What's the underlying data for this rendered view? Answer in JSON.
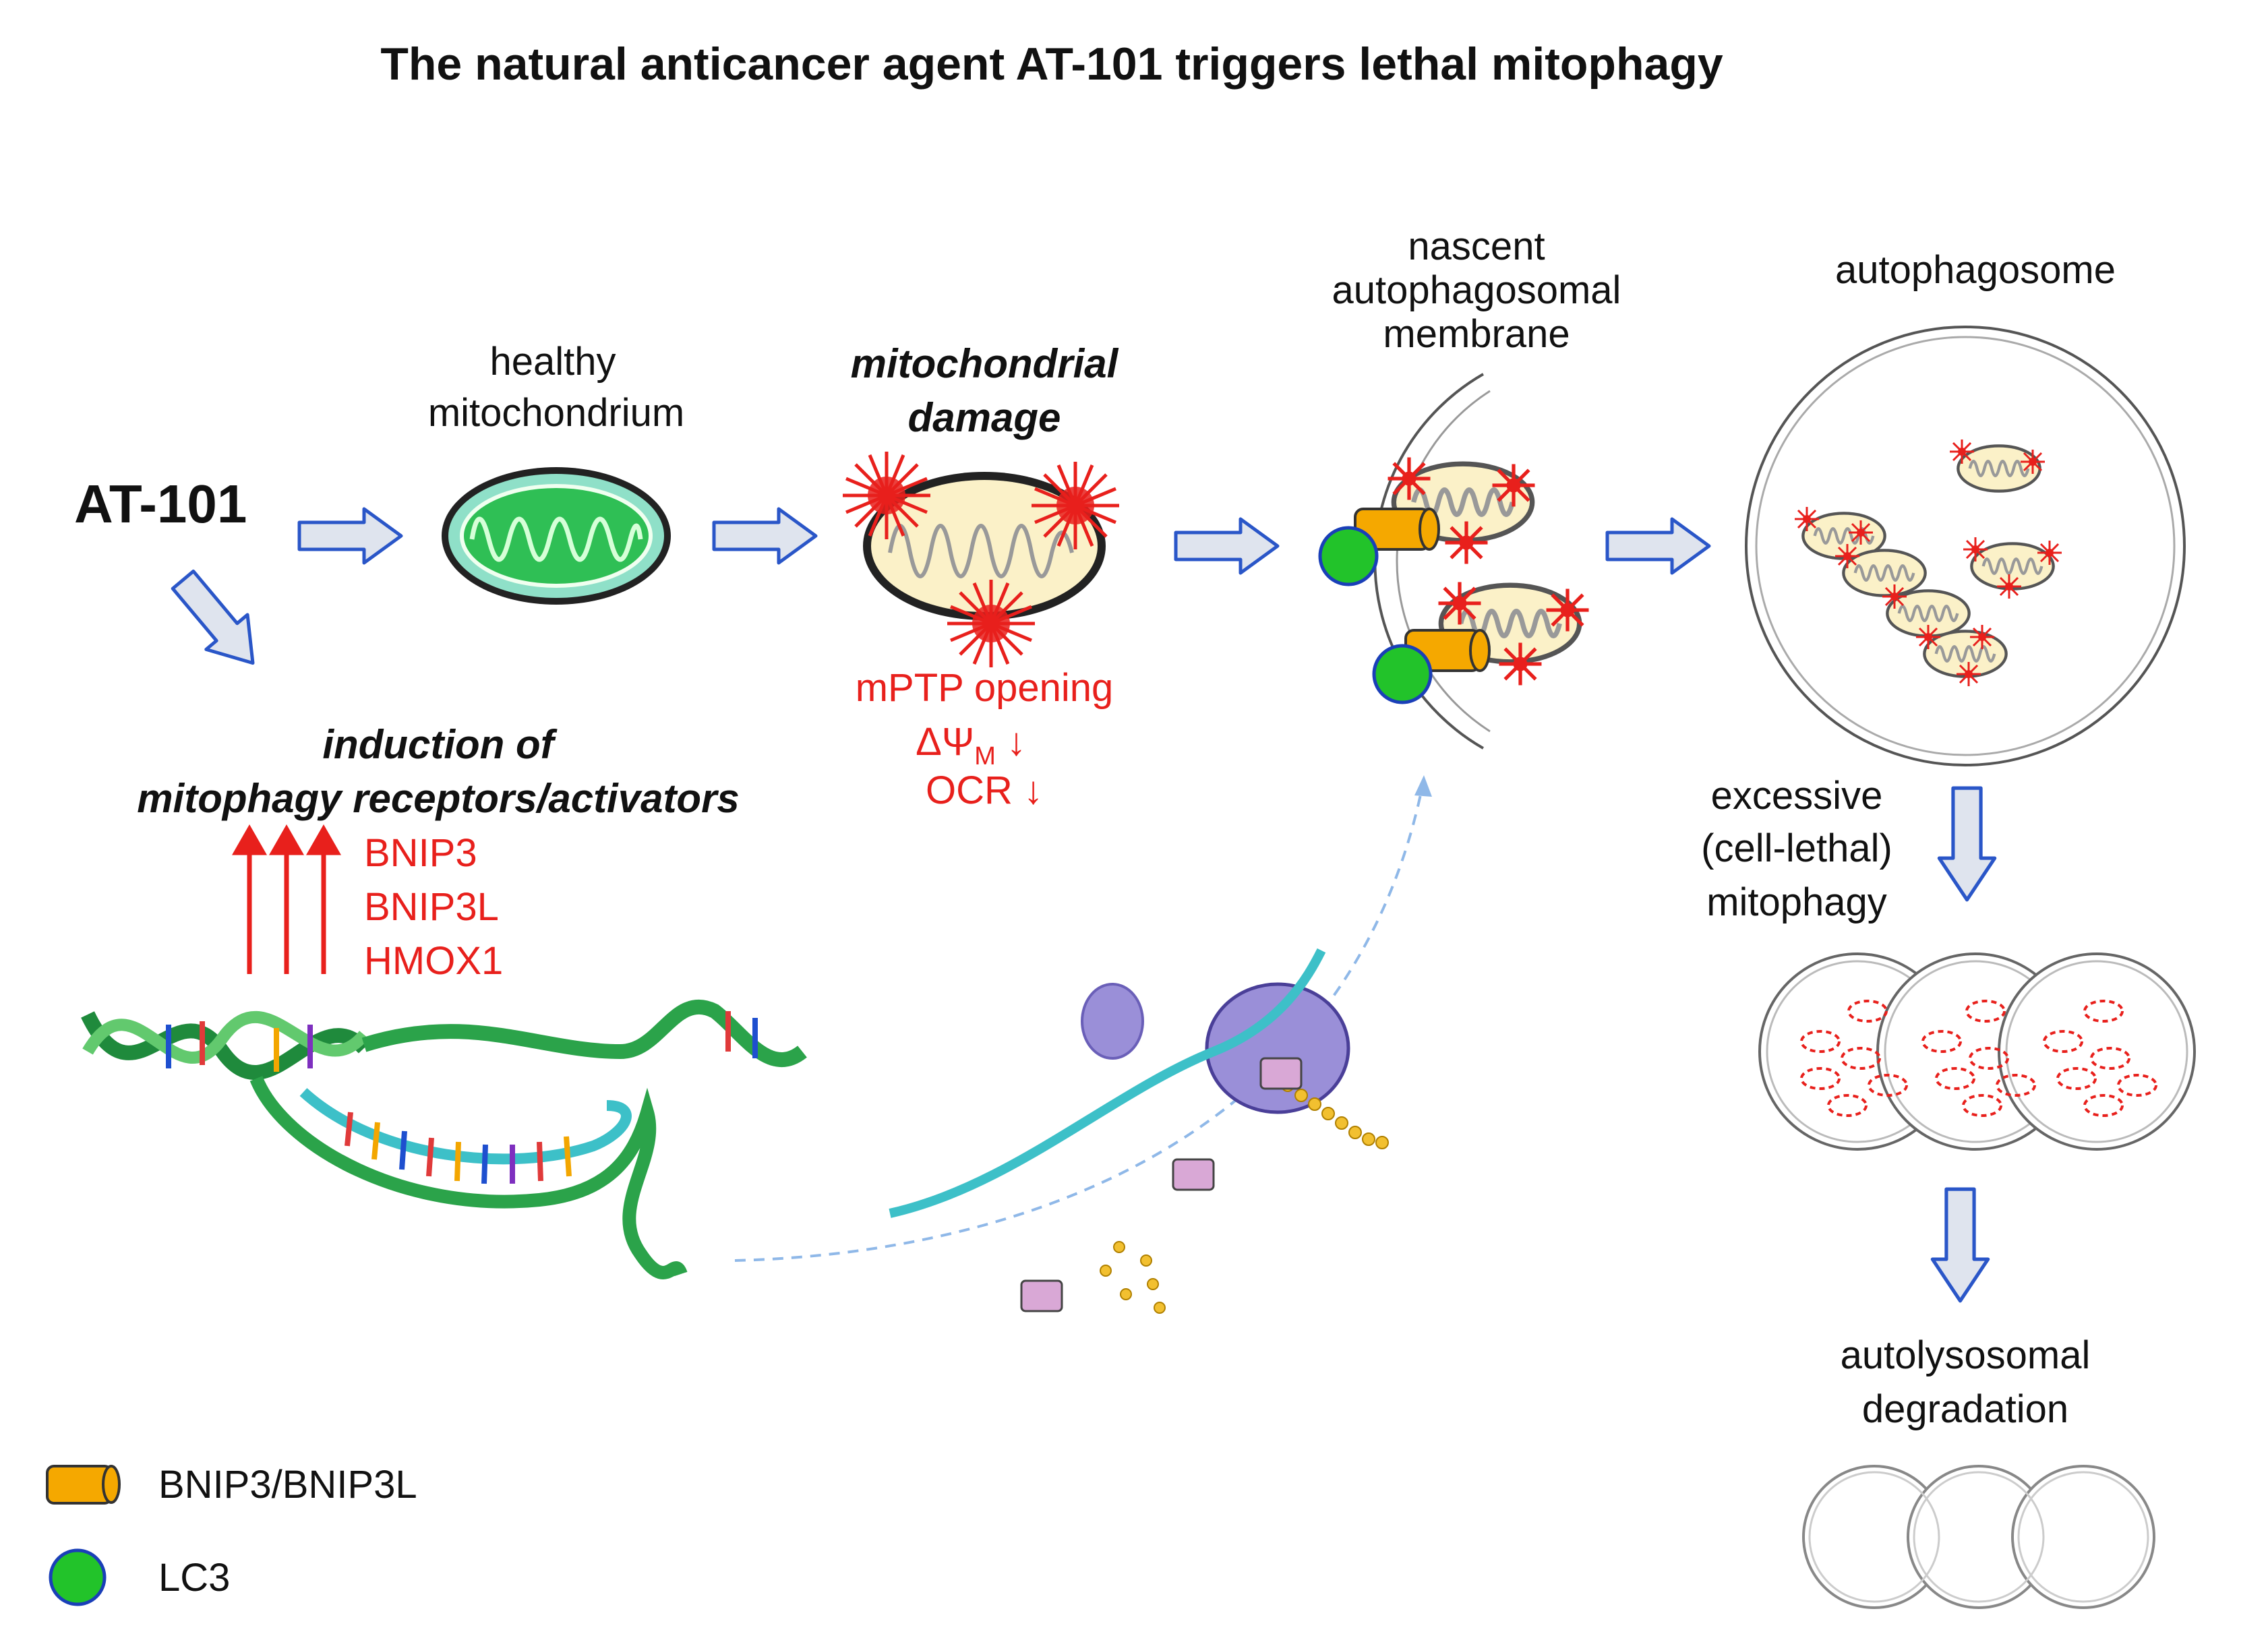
{
  "title": "The natural anticancer agent AT-101 triggers lethal mitophagy",
  "drug": "AT-101",
  "labels": {
    "healthy_line1": "healthy",
    "healthy_line2": "mitochondrium",
    "damage_line1": "mitochondrial",
    "damage_line2": "damage",
    "nascent_line1": "nascent",
    "nascent_line2": "autophagosomal",
    "nascent_line3": "membrane",
    "autophagosome": "autophagosome",
    "excessive_line1": "excessive",
    "excessive_line2": "(cell-lethal)",
    "excessive_line3": "mitophagy",
    "autolysosomal_line1": "autolysosomal",
    "autolysosomal_line2": "degradation",
    "induction_line1": "induction of",
    "induction_line2": "mitophagy receptors/activators"
  },
  "damage_effects": {
    "mptp": "mPTP opening",
    "delta_psi": "ΔΨ",
    "delta_psi_sub": "M",
    "down_arrow": "↓",
    "ocr": "OCR ↓"
  },
  "genes": [
    "BNIP3",
    "BNIP3L",
    "HMOX1"
  ],
  "legend": [
    {
      "label": "BNIP3/BNIP3L",
      "icon": "orange-cylinder-icon",
      "color": "#f5a800"
    },
    {
      "label": "LC3",
      "icon": "green-circle-icon",
      "color": "#22c32a"
    }
  ],
  "colors": {
    "arrow_fill": "#dfe4ee",
    "arrow_stroke": "#2a56c8",
    "highlight_red": "#e8201c",
    "mito_green": "#3fbf55",
    "mito_damaged": "#fbf1c8"
  }
}
